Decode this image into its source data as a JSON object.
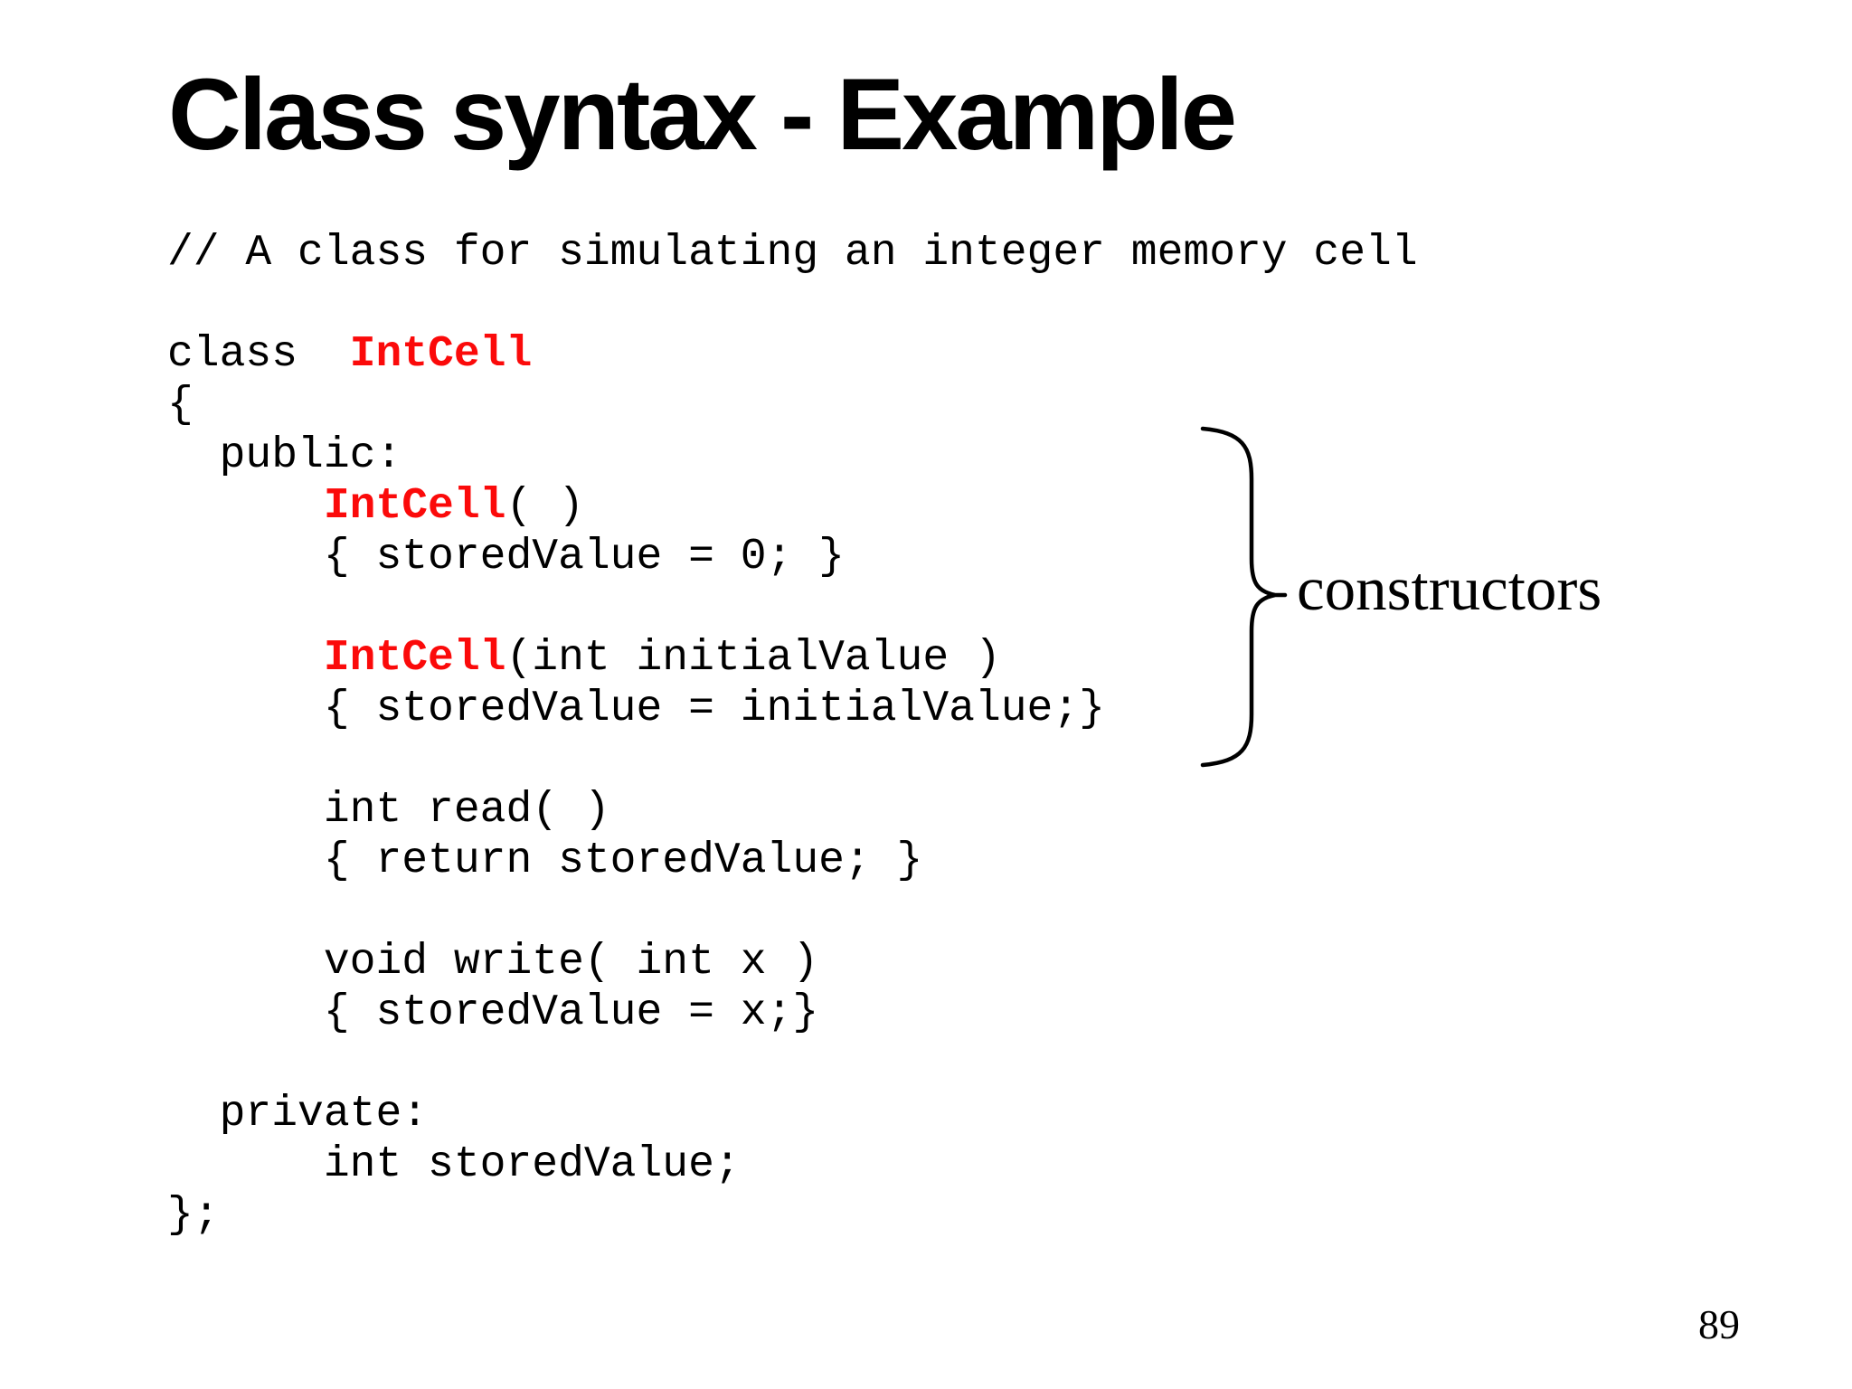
{
  "slide": {
    "title": "Class syntax - Example",
    "page_number": "89",
    "annotation": {
      "label": "constructors"
    },
    "colors": {
      "keyword_red": "#fb0a0a",
      "text": "#000000",
      "background": "#ffffff"
    },
    "code": {
      "lines": [
        [
          {
            "text": "// A class for simulating an integer memory cell"
          }
        ],
        [],
        [
          {
            "text": "class  "
          },
          {
            "text": "IntCell",
            "style": "keyword"
          }
        ],
        [
          {
            "text": "{"
          }
        ],
        [
          {
            "text": "  public:"
          }
        ],
        [
          {
            "text": "      "
          },
          {
            "text": "IntCell",
            "style": "keyword"
          },
          {
            "text": "( )"
          }
        ],
        [
          {
            "text": "      { storedValue = 0; }"
          }
        ],
        [],
        [
          {
            "text": "      "
          },
          {
            "text": "IntCell",
            "style": "keyword"
          },
          {
            "text": "(int initialValue )"
          }
        ],
        [
          {
            "text": "      { storedValue = initialValue;}"
          }
        ],
        [],
        [
          {
            "text": "      int read( )"
          }
        ],
        [
          {
            "text": "      { return storedValue; }"
          }
        ],
        [],
        [
          {
            "text": "      void write( int x )"
          }
        ],
        [
          {
            "text": "      { storedValue = x;}"
          }
        ],
        [],
        [
          {
            "text": "  private:"
          }
        ],
        [
          {
            "text": "      int storedValue;"
          }
        ],
        [
          {
            "text": "};"
          }
        ]
      ]
    }
  }
}
